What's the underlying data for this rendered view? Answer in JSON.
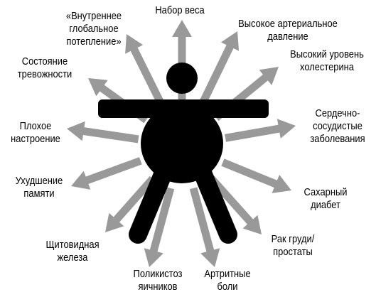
{
  "diagram": {
    "colors": {
      "arrow": "#999999",
      "figure": "#000000",
      "text": "#000000",
      "background": "#ffffff"
    },
    "labels": {
      "weight_gain": [
        "Набор веса"
      ],
      "high_blood_pressure": [
        "Высокое артериальное",
        "давление"
      ],
      "high_cholesterol": [
        "Высокий уровень",
        "холестерина"
      ],
      "cardiovascular": [
        "Сердечно-",
        "сосудистые",
        "заболевания"
      ],
      "diabetes": [
        "Сахарный",
        "диабет"
      ],
      "breast_prostate_cancer": [
        "Рак груди/",
        "простаты"
      ],
      "arthritic_pain": [
        "Артритные",
        "боли"
      ],
      "polycystic_ovaries": [
        "Поликистоз",
        "яичников"
      ],
      "thyroid": [
        "Щитовидная",
        "железа"
      ],
      "memory_decline": [
        "Ухудшение",
        "памяти"
      ],
      "bad_mood": [
        "Плохое",
        "настроение"
      ],
      "anxiety": [
        "Состояние",
        "тревожности"
      ],
      "internal_warming": [
        "«Внутреннее",
        "глобальное",
        "потепление»"
      ]
    }
  }
}
